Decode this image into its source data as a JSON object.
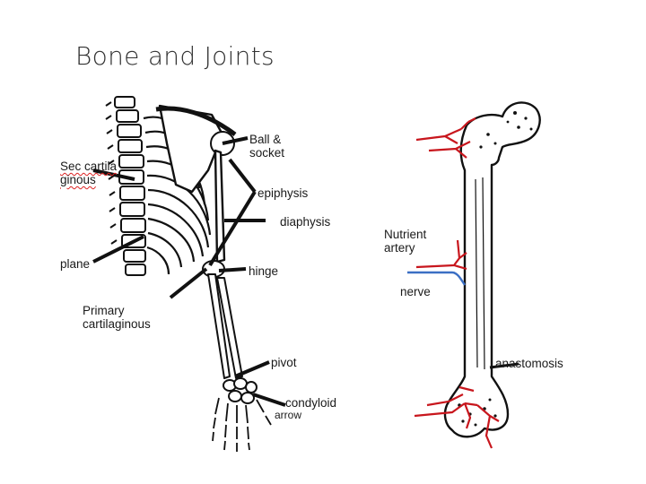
{
  "title": "Bone and Joints",
  "labels": {
    "ball_socket_1": "Ball &",
    "ball_socket_2": "socket",
    "sec_cart_1": "Sec cartila",
    "sec_cart_2": "ginous",
    "epiphysis": "epiphysis",
    "diaphysis": "diaphysis",
    "plane": "plane",
    "hinge": "hinge",
    "primary_1": "Primary",
    "primary_2": "cartilaginous",
    "pivot": "pivot",
    "condyloid": "condyloid",
    "arrow": "arrow",
    "nutrient_1": "Nutrient",
    "nutrient_2": "artery",
    "nerve": "nerve",
    "anastomosis": "anastomosis"
  },
  "colors": {
    "artery": "#c8161d",
    "nerve": "#3b6fc4",
    "outline": "#111111"
  }
}
